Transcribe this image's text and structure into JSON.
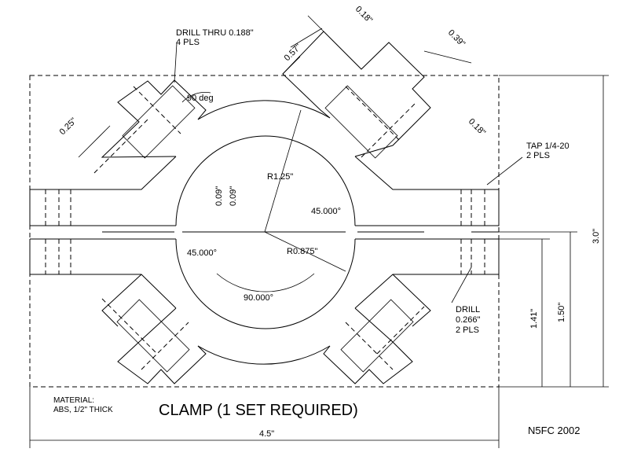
{
  "title": "CLAMP (1 SET REQUIRED)",
  "material": [
    "MATERIAL:",
    "ABS, 1/2\" THICK"
  ],
  "credit": "N5FC 2002",
  "notes": {
    "drill_thru": [
      "DRILL THRU 0.188\"",
      "4 PLS"
    ],
    "tap": [
      "TAP 1/4-20",
      "2 PLS"
    ],
    "drill": [
      "DRILL",
      "0.266\"",
      "2 PLS"
    ]
  },
  "dimensions": {
    "width": "4.5\"",
    "height": "3.0\"",
    "h150": "1.50\"",
    "h141": "1.41\"",
    "r125": "R1.25\"",
    "r0875": "R0.875\"",
    "ang90deg": "90 deg",
    "ang90": "90.000°",
    "ang45a": "45.000°",
    "ang45b": "45.000°",
    "d057": "0.57\"",
    "d018a": "0.18\"",
    "d039": "0.39\"",
    "d018b": "0.18\"",
    "d025": "0.25\"",
    "g009a": "0.09\"",
    "g009b": "0.09\""
  }
}
